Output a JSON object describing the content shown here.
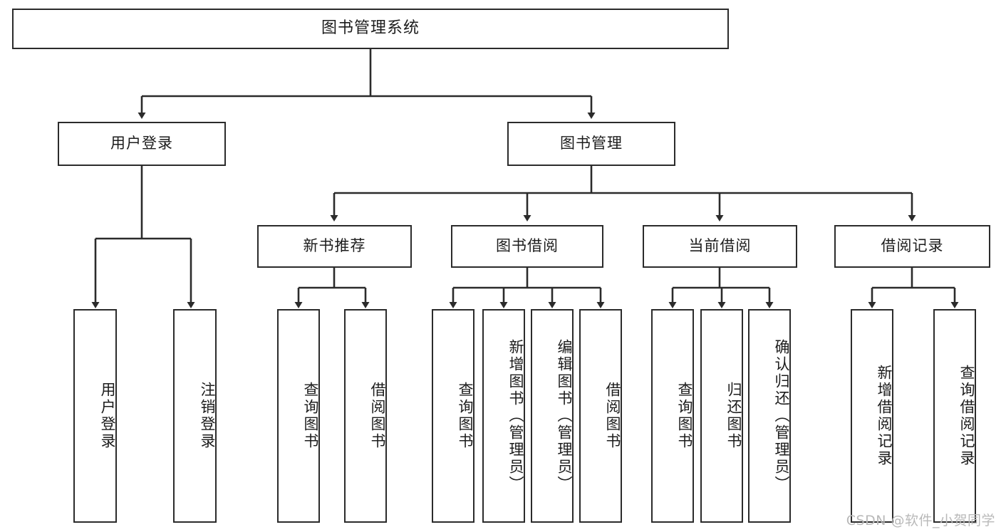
{
  "diagram": {
    "title": "图书管理系统",
    "type": "tree-hierarchy",
    "watermark": "CSDN @软件_小贺同学",
    "stroke_color": "#2b2b2b",
    "fill_color": "#ffffff",
    "text_color": "#1c1c1c",
    "watermark_color": "#b9b9b9"
  },
  "nodes": {
    "root": {
      "label": "图书管理系统"
    },
    "level2": [
      {
        "label": "用户登录"
      },
      {
        "label": "图书管理"
      }
    ],
    "level3": [
      {
        "label": "新书推荐"
      },
      {
        "label": "图书借阅"
      },
      {
        "label": "当前借阅"
      },
      {
        "label": "借阅记录"
      }
    ],
    "leaves": [
      {
        "label": "用户登录",
        "parent": "用户登录"
      },
      {
        "label": "注销登录",
        "parent": "用户登录"
      },
      {
        "label": "查询图书",
        "parent": "新书推荐"
      },
      {
        "label": "借阅图书",
        "parent": "新书推荐"
      },
      {
        "label": "查询图书",
        "parent": "图书借阅"
      },
      {
        "label": "新增图书（管理员）",
        "parent": "图书借阅"
      },
      {
        "label": "编辑图书（管理员）",
        "parent": "图书借阅"
      },
      {
        "label": "借阅图书",
        "parent": "图书借阅"
      },
      {
        "label": "查询图书",
        "parent": "当前借阅"
      },
      {
        "label": "归还图书",
        "parent": "当前借阅"
      },
      {
        "label": "确认归还（管理员）",
        "parent": "当前借阅"
      },
      {
        "label": "新增借阅记录",
        "parent": "借阅记录"
      },
      {
        "label": "查询借阅记录",
        "parent": "借阅记录"
      }
    ]
  }
}
